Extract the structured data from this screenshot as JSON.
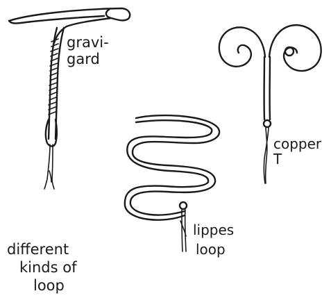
{
  "labels": {
    "gravigard_line1": "gravi-",
    "gravigard_line2": "gard",
    "copper_line1": "copper",
    "copper_line2": "T",
    "lippes_line1": "lippes",
    "lippes_line2": "loop",
    "caption_line1": "different",
    "caption_line2": "kinds of",
    "caption_line3": "loop"
  },
  "colors": {
    "ink": "#1a1a1a",
    "background": "#ffffff"
  }
}
